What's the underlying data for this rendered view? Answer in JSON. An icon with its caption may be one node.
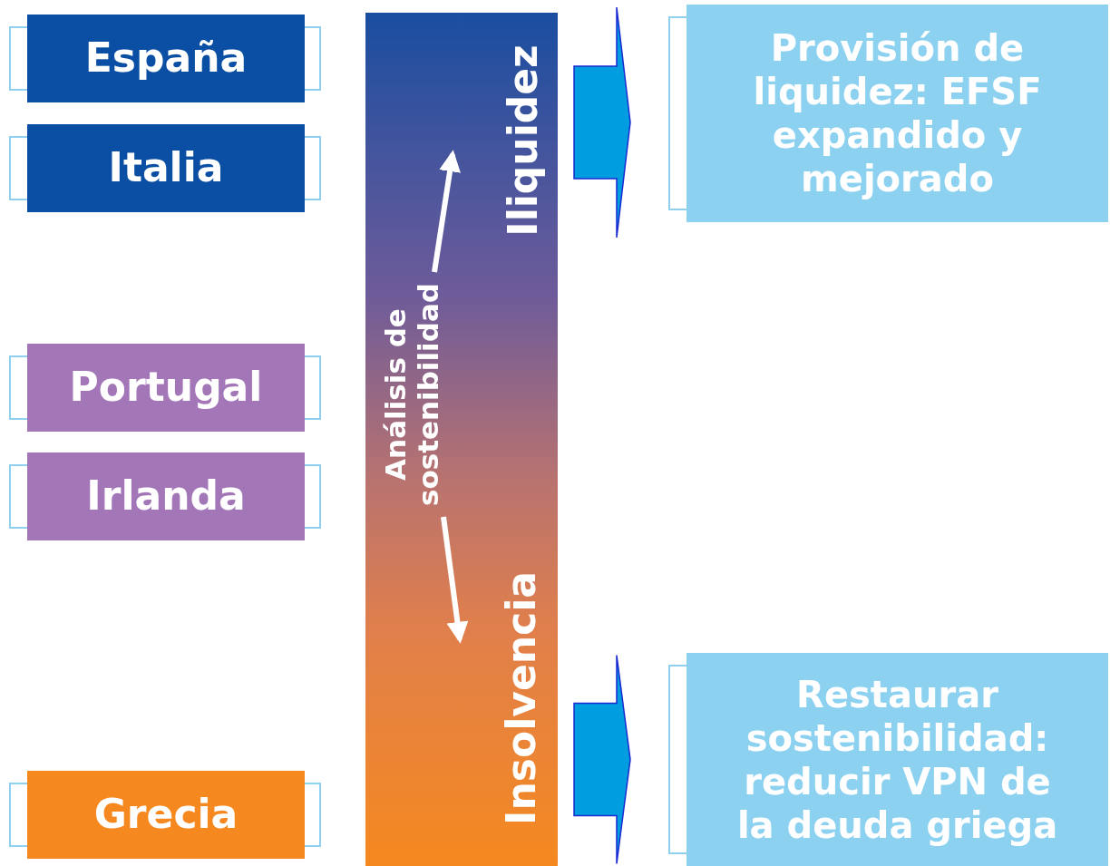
{
  "diagram": {
    "nodes": [
      {
        "text": [
          "España"
        ]
      },
      {
        "text": [
          "Italia"
        ]
      },
      {
        "text": [
          "Portugal"
        ]
      },
      {
        "text": [
          "Irlanda"
        ]
      },
      {
        "text": [
          "Grecia"
        ]
      },
      {
        "text": [],
        "shape": "bar"
      },
      {
        "text": [
          "Análisis de sostenibilidad"
        ],
        "in": 5
      },
      {
        "text": [
          "Iliquidez"
        ],
        "in": 5
      },
      {
        "text": [
          "Insolvencia"
        ],
        "in": 5
      },
      {
        "text": [
          "Provisión de liquidez: EFSF expandido y mejorado"
        ]
      },
      {
        "text": [
          "Restaurar sostenibilidad: reducir VPN de la deuda griega"
        ]
      }
    ],
    "edges": [
      {
        "from": 6,
        "to": 7,
        "arrow": "to",
        "color": "#ffffff"
      },
      {
        "from": 6,
        "to": 8,
        "arrow": "to",
        "color": "#ffffff"
      },
      {
        "from": 5,
        "to": 9,
        "arrow": "to",
        "style": "thick"
      },
      {
        "from": 5,
        "to": 10,
        "arrow": "to",
        "style": "thick"
      }
    ]
  }
}
